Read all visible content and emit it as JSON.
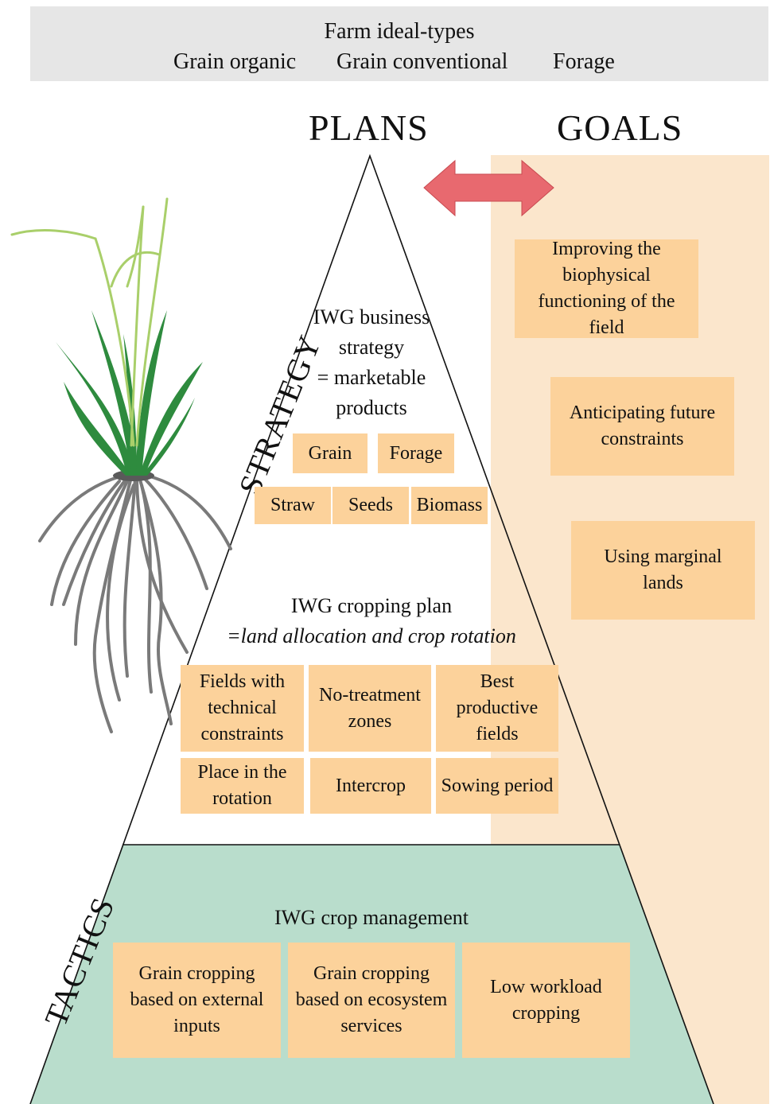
{
  "banner": {
    "title": "Farm ideal-types",
    "types": [
      "Grain organic",
      "Grain conventional",
      "Forage"
    ]
  },
  "headings": {
    "plans": "PLANS",
    "goals": "GOALS"
  },
  "side_labels": {
    "strategy": "STRATEGY",
    "tactics": "TACTICS"
  },
  "strategy": {
    "title_lines": [
      "IWG business",
      "strategy",
      "= marketable",
      "products"
    ],
    "products": [
      "Grain",
      "Forage",
      "Straw",
      "Seeds",
      "Biomass"
    ]
  },
  "cropping_plan": {
    "title": "IWG cropping plan",
    "subtitle": "=land allocation and crop rotation",
    "items": [
      "Fields with technical constraints",
      "No-treatment zones",
      "Best productive fields",
      "Place in the rotation",
      "Intercrop",
      "Sowing period"
    ]
  },
  "crop_management": {
    "title": "IWG crop management",
    "items": [
      "Grain cropping based on external inputs",
      "Grain cropping based on ecosystem services",
      "Low workload cropping"
    ]
  },
  "goals": [
    "Improving the biophysical functioning of the field",
    "Anticipating future constraints",
    "Using marginal lands"
  ],
  "colors": {
    "banner": "#e6e6e6",
    "goals_panel": "#fbe6cc",
    "box": "#fcd29b",
    "tactics": "#b9ddcc",
    "arrow": "#e8696f"
  }
}
